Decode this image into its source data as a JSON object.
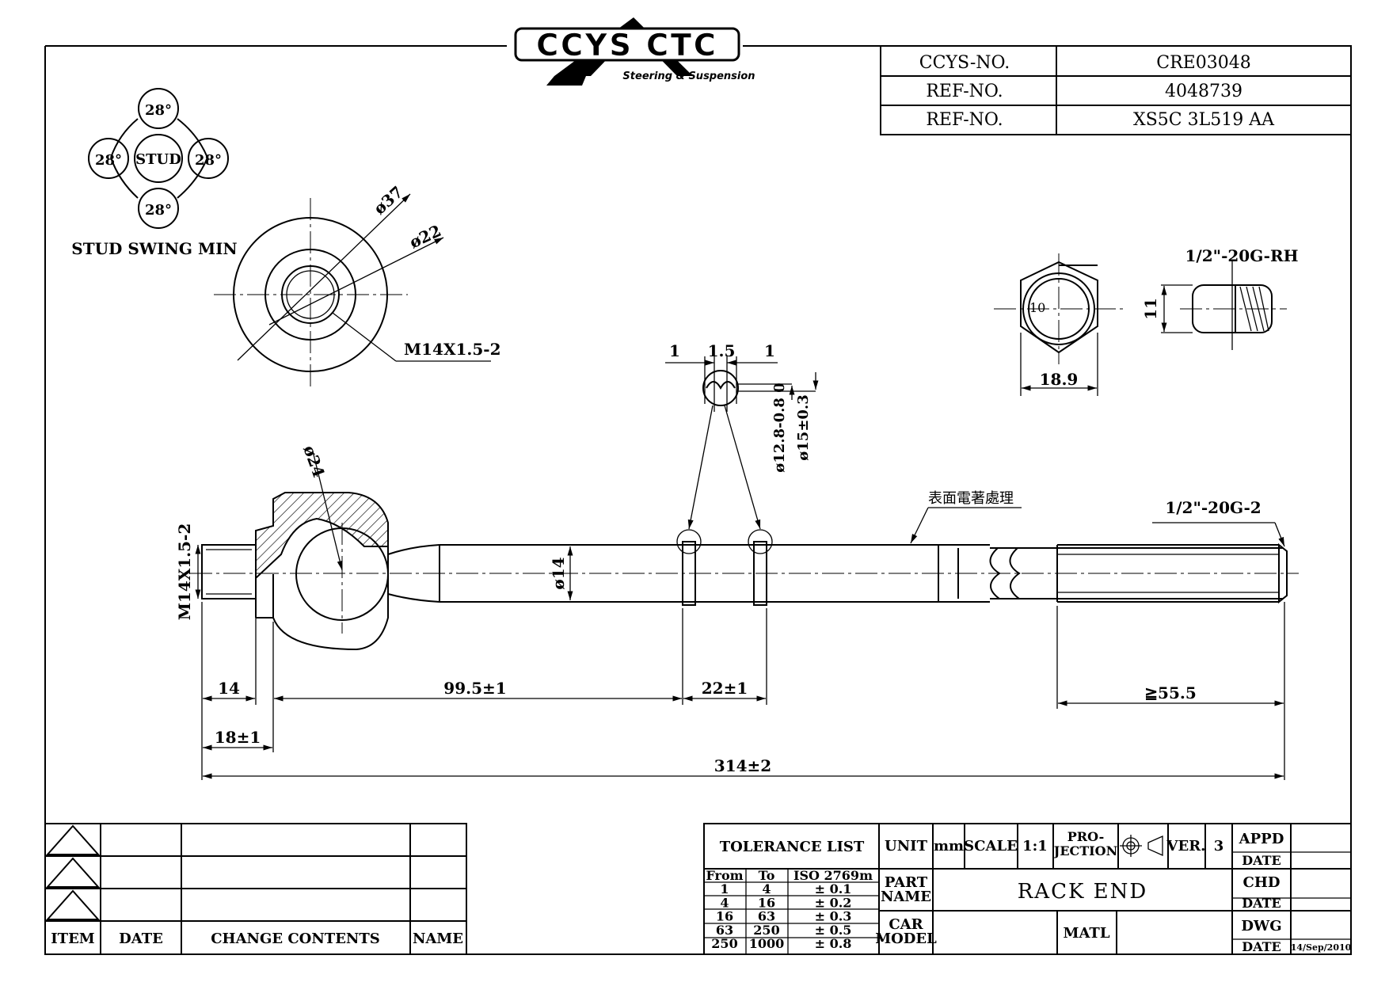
{
  "logo": {
    "brand": "CCYS CTC",
    "tagline": "Steering & Suspension"
  },
  "header_table": [
    {
      "label": "CCYS-NO.",
      "value": "CRE03048"
    },
    {
      "label": "REF-NO.",
      "value": "4048739"
    },
    {
      "label": "REF-NO.",
      "value": "XS5C 3L519 AA"
    }
  ],
  "stud_swing": {
    "center": "STUD",
    "angle": "28°",
    "caption": "STUD SWING MIN"
  },
  "end_view_dims": {
    "d37": "ø37",
    "d22": "ø22",
    "thread": "M14X1.5-2"
  },
  "nut": {
    "thread": "1/2\"-20G-RH",
    "height": "11",
    "width": "18.9",
    "mark": "10"
  },
  "groove_detail": {
    "w1": "1",
    "w2": "1.5",
    "w3": "1",
    "d_inner": "ø12.8-0.8 0",
    "d_outer": "ø15±0.3"
  },
  "main_dims": {
    "d24": "ø24",
    "d14": "ø14",
    "thread_left": "M14X1.5-2",
    "thread_right": "1/2\"-20G-2",
    "surface_note": "表面電著處理",
    "l14": "14",
    "l995": "99.5±1",
    "l22": "22±1",
    "l555": "≧55.5",
    "l18": "18±1",
    "l314": "314±2"
  },
  "revision_table": {
    "headers": [
      "ITEM",
      "DATE",
      "CHANGE CONTENTS",
      "NAME"
    ]
  },
  "title_block": {
    "tolerance_title": "TOLERANCE LIST",
    "tol_headers": [
      "From",
      "To",
      "ISO 2769m"
    ],
    "tol_rows": [
      [
        "1",
        "4",
        "± 0.1"
      ],
      [
        "4",
        "16",
        "± 0.2"
      ],
      [
        "16",
        "63",
        "± 0.3"
      ],
      [
        "63",
        "250",
        "± 0.5"
      ],
      [
        "250",
        "1000",
        "± 0.8"
      ]
    ],
    "unit_label": "UNIT",
    "unit_value": "mm",
    "scale_label": "SCALE",
    "scale_value": "1:1",
    "projection_label_1": "PRO-",
    "projection_label_2": "JECTION",
    "ver_label": "VER.",
    "ver_value": "3",
    "part_name_label_1": "PART",
    "part_name_label_2": "NAME",
    "part_name_value": "RACK END",
    "car_model_label_1": "CAR",
    "car_model_label_2": "MODEL",
    "matl_label": "MATL",
    "appd": "APPD",
    "chd": "CHD",
    "dwg": "DWG",
    "date": "DATE",
    "date_value": "14/Sep/2010"
  }
}
